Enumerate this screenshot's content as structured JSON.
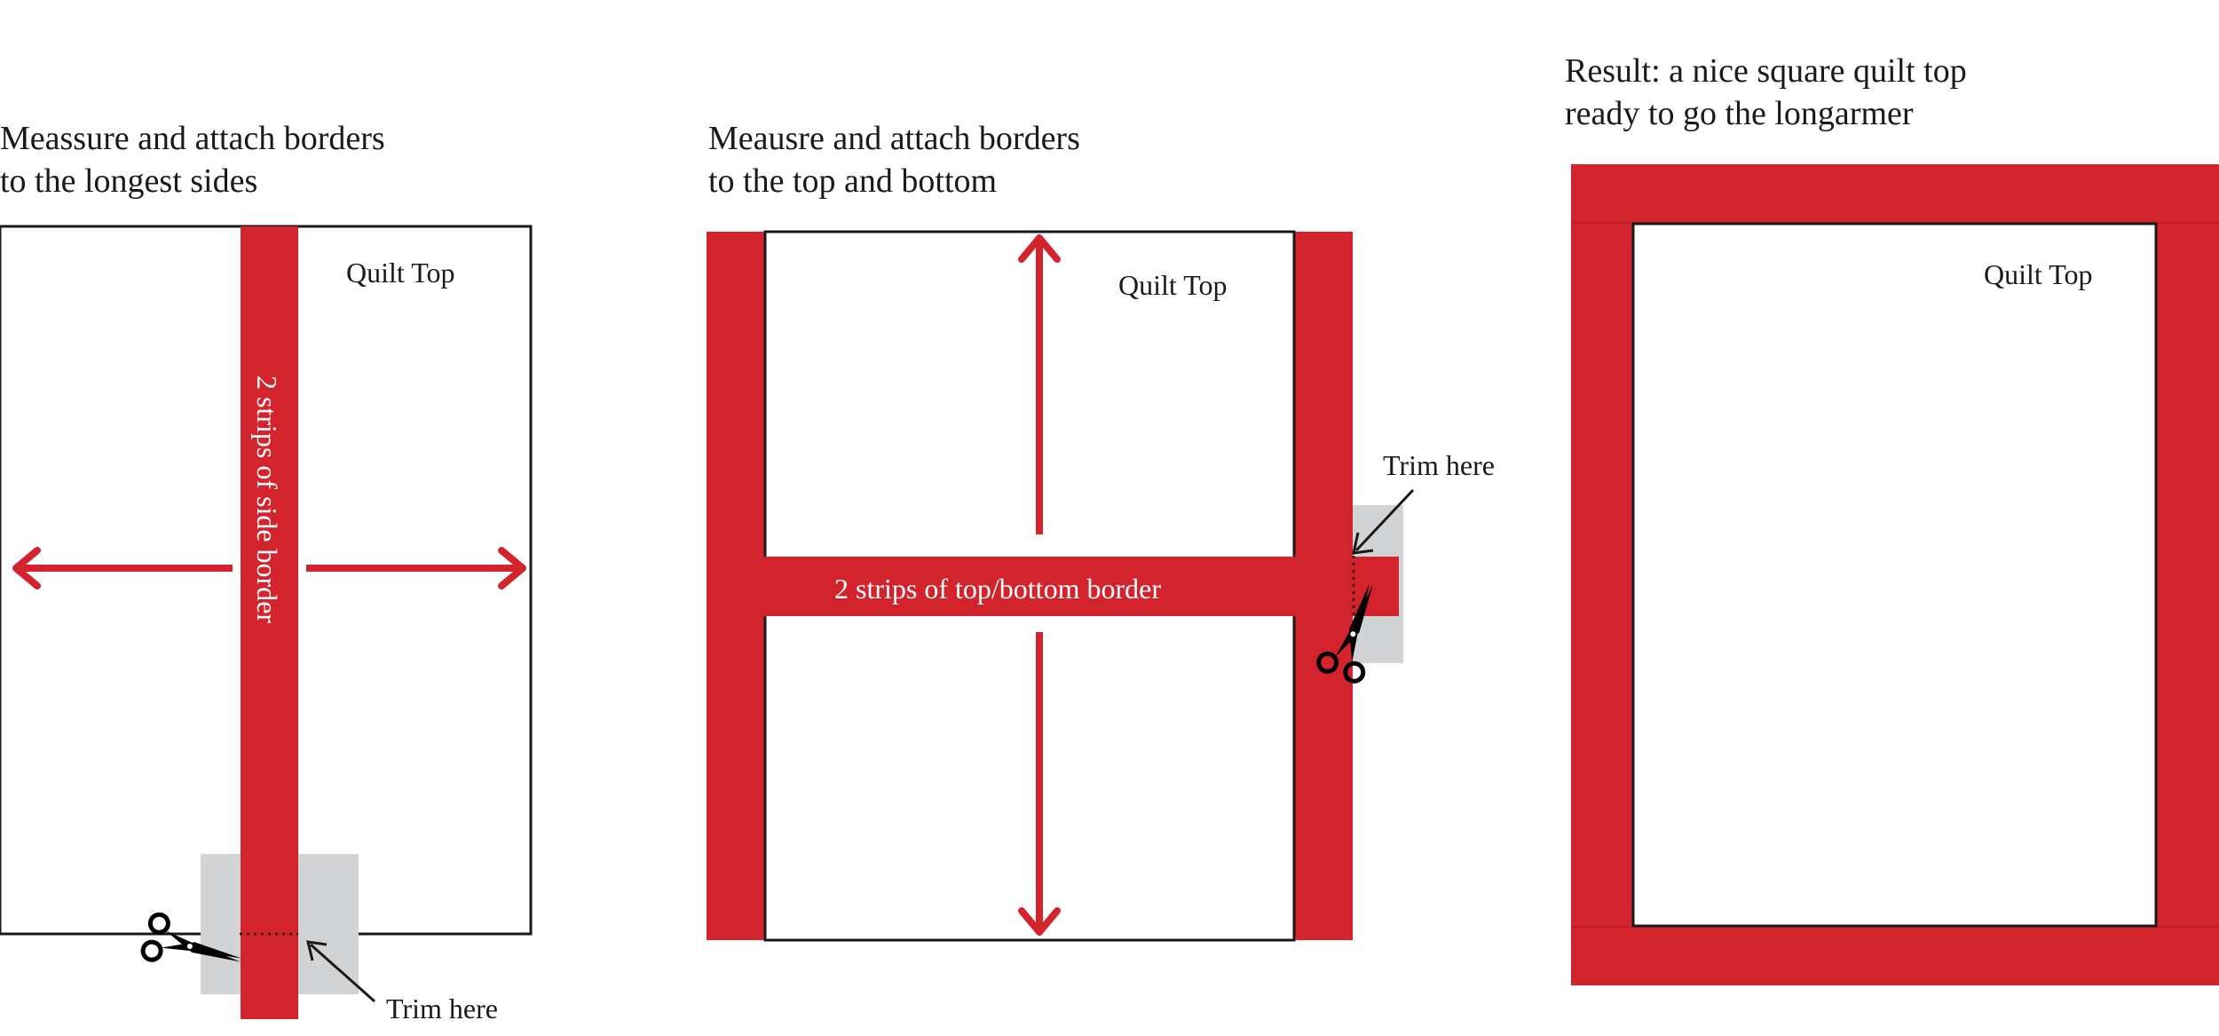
{
  "colors": {
    "border_red": "#d3232d",
    "trim_area_gray": "#d2d3d5",
    "outline": "#1a1a1a",
    "background": "#ffffff"
  },
  "step1": {
    "caption_line1": "Meassure and attach borders",
    "caption_line2": "to the longest sides",
    "quilt_label": "Quilt Top",
    "strip_label": "2 strips of side border",
    "trim_label": "Trim here",
    "icons": [
      "scissors-icon",
      "left-arrow-icon",
      "right-arrow-icon",
      "pointer-arrow-icon"
    ]
  },
  "step2": {
    "caption_line1": "Meausre and attach borders",
    "caption_line2": "to the top and bottom",
    "quilt_label": "Quilt Top",
    "strip_label": "2 strips of top/bottom border",
    "trim_label": "Trim here",
    "icons": [
      "scissors-icon",
      "up-arrow-icon",
      "down-arrow-icon",
      "pointer-arrow-icon"
    ]
  },
  "step3": {
    "caption_line1": "Result: a nice square quilt top",
    "caption_line2": "ready to go the longarmer",
    "quilt_label": "Quilt Top"
  }
}
